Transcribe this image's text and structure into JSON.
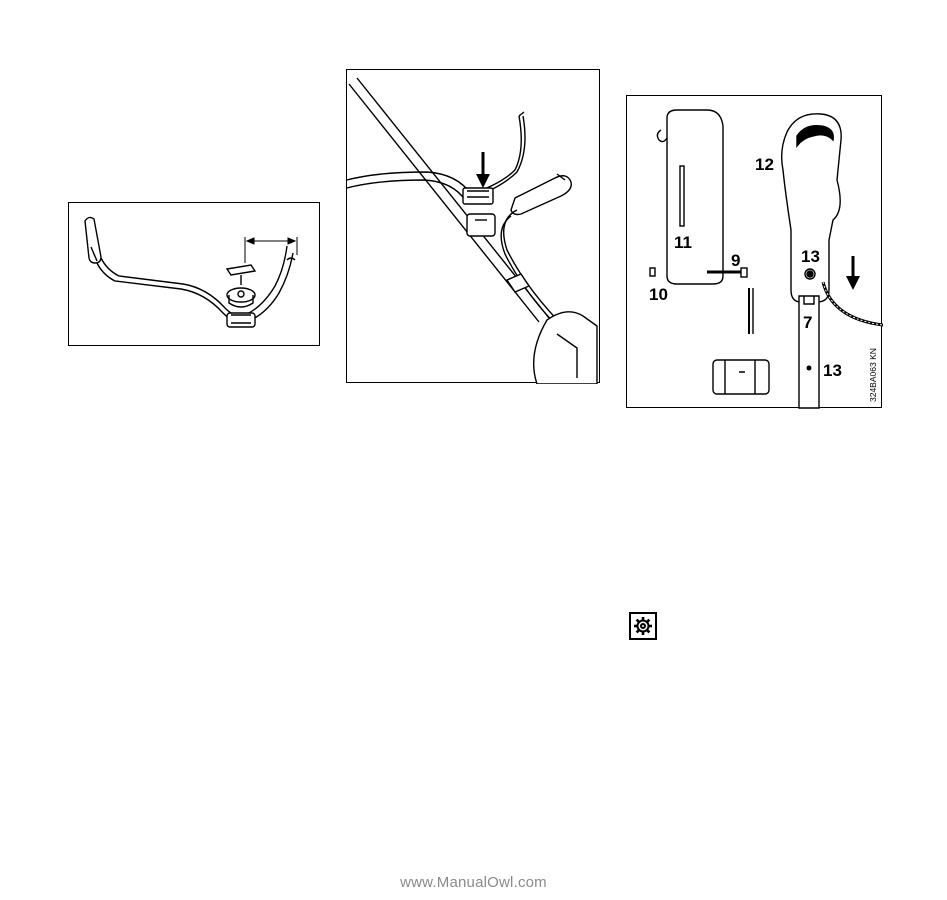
{
  "figures": {
    "assembly_detail": {
      "callouts": {
        "part_11": "11",
        "part_12": "12",
        "part_13_handle": "13",
        "part_9": "9",
        "part_10": "10",
        "part_7": "7",
        "part_13_bracket": "13"
      },
      "figure_code": "324BA063 KN"
    }
  },
  "icons": {
    "service_symbol": "gear-icon"
  },
  "watermark": "www.ManualOwl.com"
}
